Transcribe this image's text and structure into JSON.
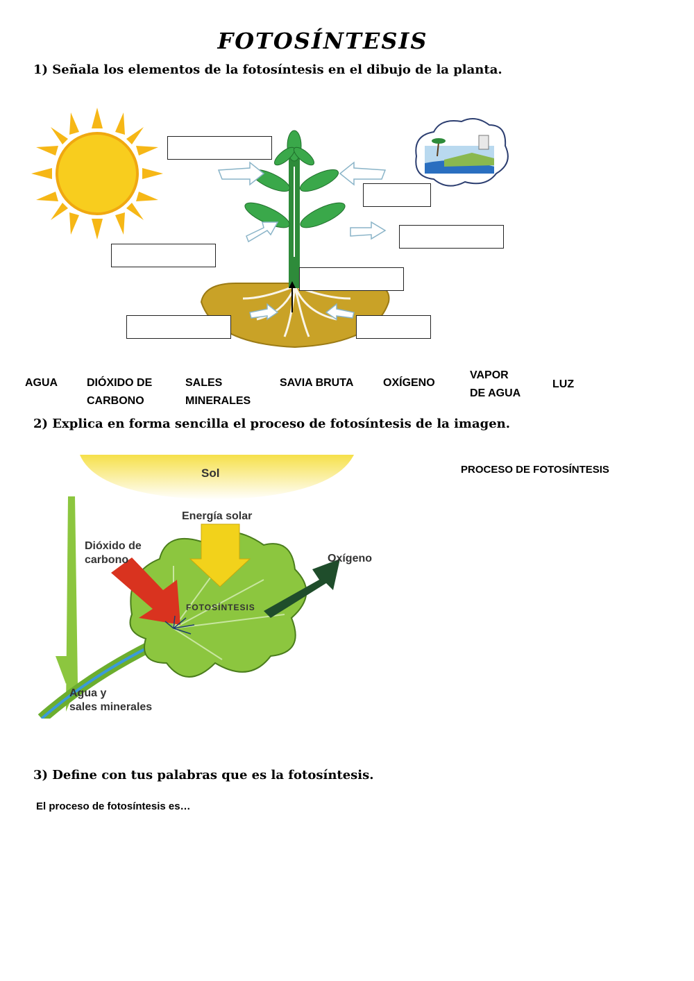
{
  "title": "FOTOSÍNTESIS",
  "q1": "1) Señala los elementos de la fotosíntesis en el dibujo de la planta.",
  "word_bank": [
    "AGUA",
    "DIÓXIDO DE\nCARBONO",
    "SALES\nMINERALES",
    "SAVIA BRUTA",
    "OXÍGENO",
    "VAPOR\nDE AGUA",
    "LUZ"
  ],
  "q2": "2) Explica en forma sencilla el proceso de fotosíntesis de la imagen.",
  "side_label": "PROCESO DE FOTOSÍNTESIS",
  "diagram2": {
    "sun": "Sol",
    "energy": "Energía solar",
    "co2_line1": "Dióxido de",
    "co2_line2": "carbono",
    "oxygen": "Oxígeno",
    "center": "FOTOSÍNTESIS",
    "water_line1": "Agua y",
    "water_line2": "sales minerales"
  },
  "q3": "3) Define con tus palabras que es la fotosíntesis.",
  "answer_prompt": "El proceso de  fotosíntesis es…",
  "colors": {
    "sun": "#f7c21a",
    "leaf": "#8cc63f",
    "stem": "#2e8b3a",
    "soil": "#c9a227",
    "co2_arrow": "#d9331f",
    "o2_arrow": "#1f4d2b",
    "energy_arrow": "#f2d21b",
    "water": "#3a9ad9"
  }
}
